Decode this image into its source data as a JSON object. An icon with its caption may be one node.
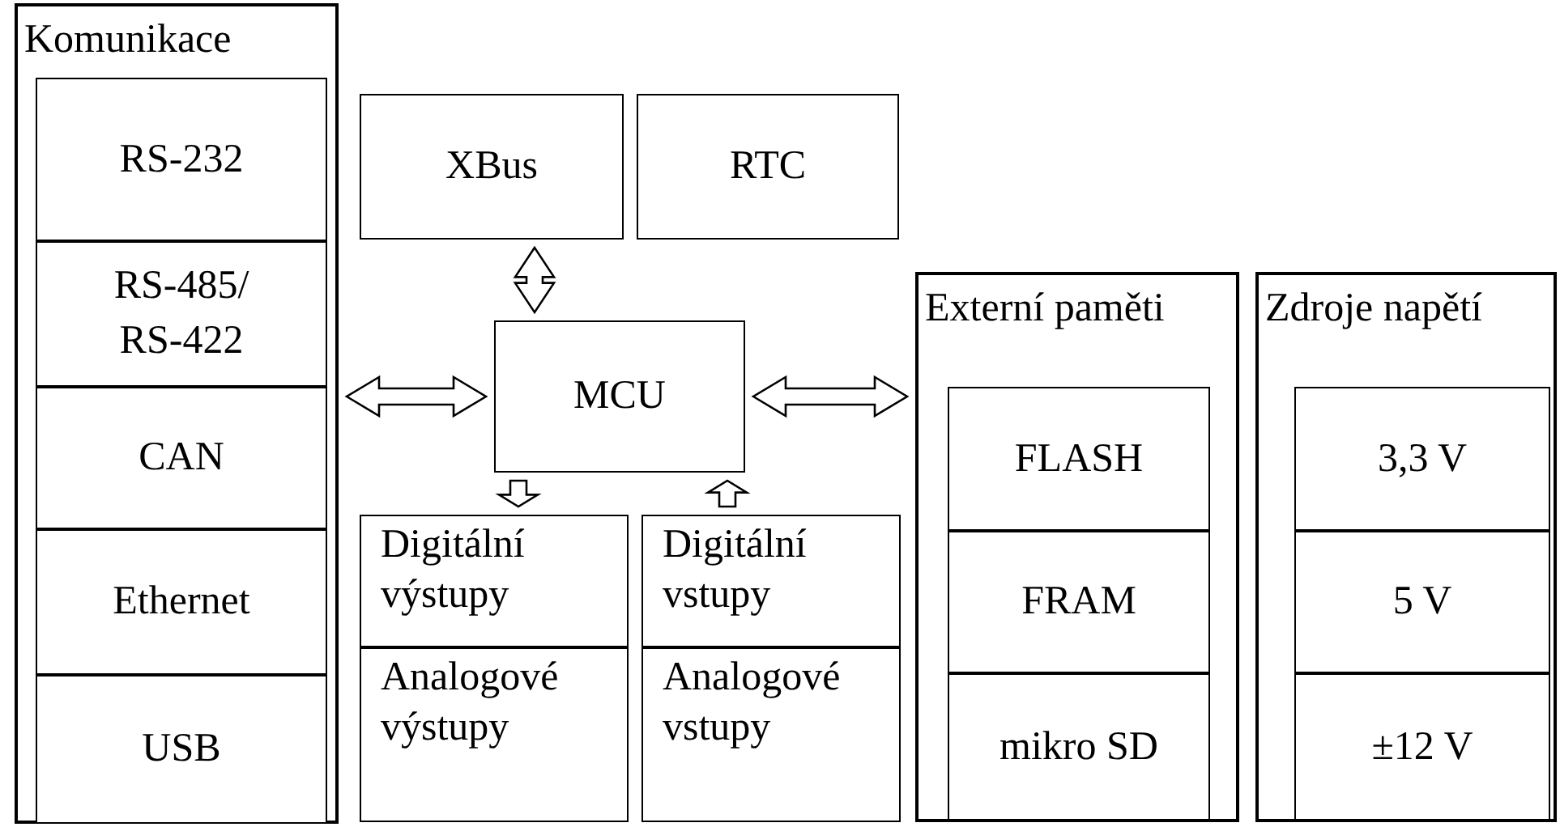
{
  "diagram": {
    "nodes": [
      {
        "text": [
          "Komunikace"
        ]
      },
      {
        "text": [
          "RS-232"
        ],
        "in": 0
      },
      {
        "text": [
          "RS-485/ RS-422"
        ],
        "in": 0
      },
      {
        "text": [
          "CAN"
        ],
        "in": 0
      },
      {
        "text": [
          "Ethernet"
        ],
        "in": 0
      },
      {
        "text": [
          "USB"
        ],
        "in": 0
      },
      {
        "text": [
          "XBus"
        ]
      },
      {
        "text": [
          "RTC"
        ]
      },
      {
        "text": [
          "MCU"
        ]
      },
      {
        "text": [
          "Digitální výstupy"
        ]
      },
      {
        "text": [
          "Analogové výstupy"
        ]
      },
      {
        "text": [
          "Digitální vstupy"
        ]
      },
      {
        "text": [
          "Analogové vstupy"
        ]
      },
      {
        "text": [
          "Externí paměti"
        ]
      },
      {
        "text": [
          "FLASH"
        ],
        "in": 13
      },
      {
        "text": [
          "FRAM"
        ],
        "in": 13
      },
      {
        "text": [
          "mikro SD"
        ],
        "in": 13
      },
      {
        "text": [
          "Zdroje napětí"
        ]
      },
      {
        "text": [
          "3,3 V"
        ],
        "in": 17
      },
      {
        "text": [
          "5 V"
        ],
        "in": 17
      },
      {
        "text": [
          "±12 V"
        ],
        "in": 17
      }
    ],
    "edges": [
      {
        "from": 0,
        "to": 8,
        "arrow": "both"
      },
      {
        "from": 6,
        "to": 8,
        "arrow": "both"
      },
      {
        "from": 8,
        "to": 13,
        "arrow": "both"
      },
      {
        "from": 8,
        "to": 9,
        "arrow": "to"
      },
      {
        "from": 11,
        "to": 8,
        "arrow": "to"
      }
    ]
  }
}
